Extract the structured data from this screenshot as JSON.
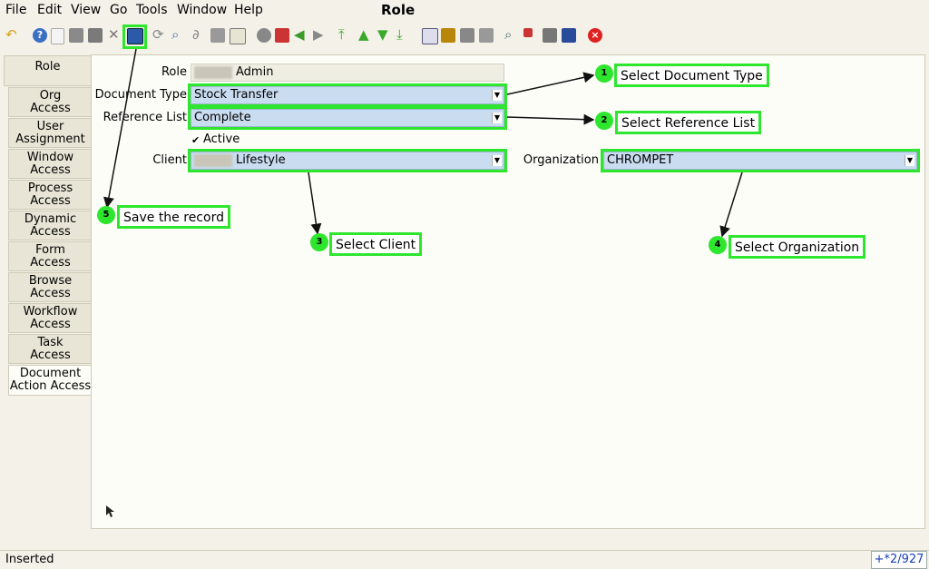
{
  "menu": {
    "file": "File",
    "edit": "Edit",
    "view": "View",
    "go": "Go",
    "tools": "Tools",
    "window": "Window",
    "help": "Help"
  },
  "window_title": "Role",
  "toolbar_icons": [
    "undo-icon",
    "help-icon",
    "new-icon",
    "copy-icon",
    "delete-icon",
    "delete-selection-icon",
    "save-icon",
    "refresh-icon",
    "find-icon",
    "attachment-icon",
    "chat-icon",
    "grid-toggle-icon",
    "history-icon",
    "home-icon",
    "back-icon",
    "forward-icon",
    "first-record-icon",
    "previous-record-icon",
    "next-record-icon",
    "last-record-icon",
    "report-icon",
    "archive-icon",
    "print-icon",
    "print-preview-icon",
    "zoom-across-icon",
    "request-icon",
    "product-info-icon",
    "workflow-icon",
    "exit-icon"
  ],
  "sidebar": {
    "role_tab": "Role",
    "tabs": [
      {
        "line1": "Org",
        "line2": "Access"
      },
      {
        "line1": "User",
        "line2": "Assignment"
      },
      {
        "line1": "Window",
        "line2": "Access"
      },
      {
        "line1": "Process",
        "line2": "Access"
      },
      {
        "line1": "Dynamic",
        "line2": "Access"
      },
      {
        "line1": "Form",
        "line2": "Access"
      },
      {
        "line1": "Browse",
        "line2": "Access"
      },
      {
        "line1": "Workflow",
        "line2": "Access"
      },
      {
        "line1": "Task",
        "line2": "Access"
      },
      {
        "line1": "Document",
        "line2": "Action Access"
      }
    ]
  },
  "form": {
    "role_label": "Role",
    "role_value": "Admin",
    "doctype_label": "Document Type",
    "doctype_value": "Stock Transfer",
    "reflist_label": "Reference List",
    "reflist_value": "Complete",
    "active_label": "Active",
    "active_checked": true,
    "client_label": "Client",
    "client_value": "Lifestyle",
    "org_label": "Organization",
    "org_value": "CHROMPET"
  },
  "annotations": [
    {
      "num": "1",
      "text": "Select Document Type"
    },
    {
      "num": "2",
      "text": "Select Reference List"
    },
    {
      "num": "3",
      "text": "Select Client"
    },
    {
      "num": "4",
      "text": "Select Organization"
    },
    {
      "num": "5",
      "text": "Save the record"
    }
  ],
  "status": {
    "text": "Inserted",
    "record_count": "+*2/927"
  },
  "colors": {
    "highlight": "#2ee62e",
    "field_bg": "#c9dcf0",
    "background": "#f3f1e8"
  }
}
